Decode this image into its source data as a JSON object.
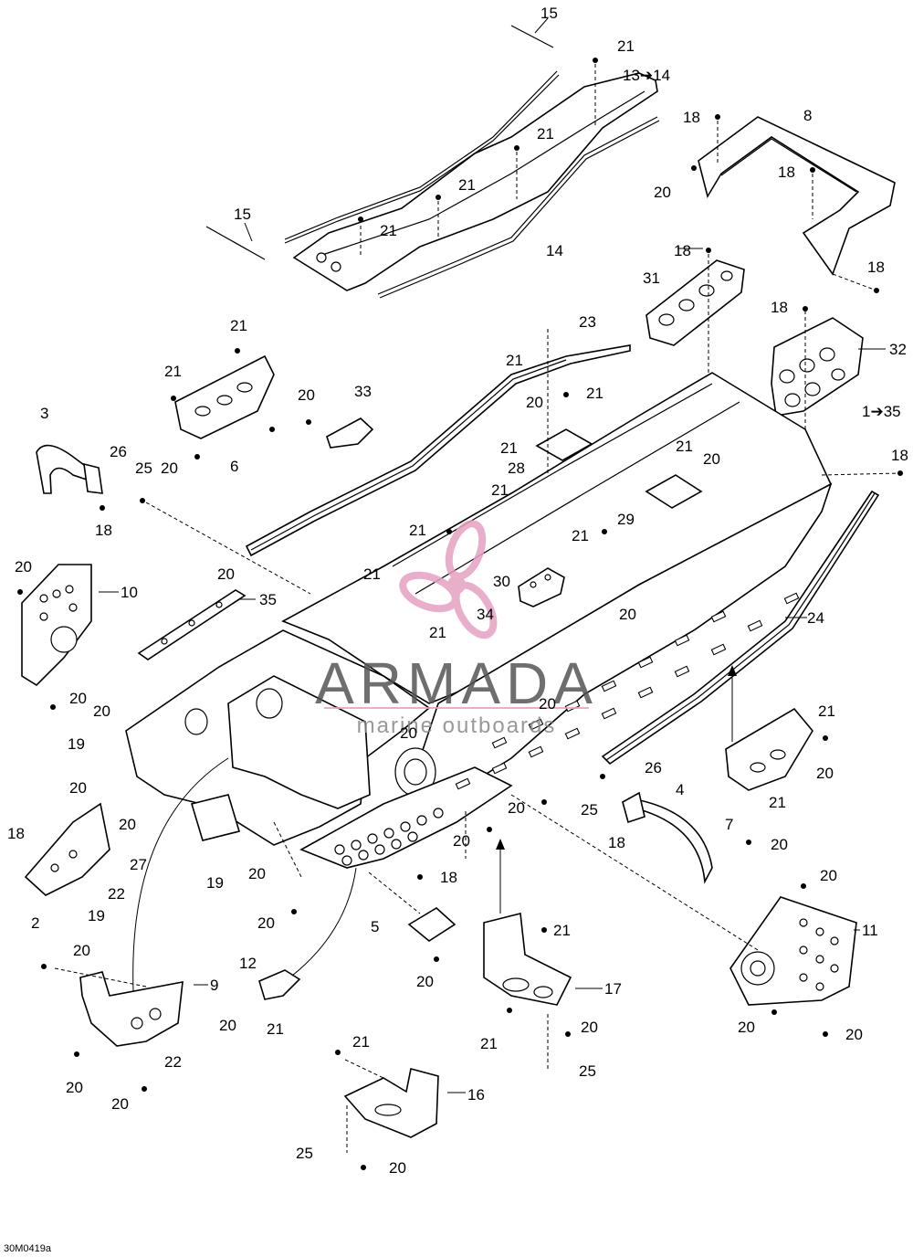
{
  "diagram_ref": "30M0419a",
  "watermark": {
    "title": "ARMADA",
    "subtitle": "marine outboards",
    "color": "#e6a0c0"
  },
  "callouts": {
    "c15a": "15",
    "c15b": "15",
    "c21_top": "21",
    "c13_14": "13➔14",
    "c21_b": "21",
    "c21_c": "21",
    "c21_d": "21",
    "c14": "14",
    "c18_a": "18",
    "c8": "8",
    "c20_a": "20",
    "c18_b": "18",
    "c18_c": "18",
    "c18_d": "18",
    "c31": "31",
    "c18_e": "18",
    "c32": "32",
    "c23": "23",
    "c21_e": "21",
    "c21_f": "21",
    "c20_b": "20",
    "c6": "6",
    "c20_c": "20",
    "c33": "33",
    "c21_g": "21",
    "c20_d": "20",
    "c1_35": "1➔35",
    "c18_f": "18",
    "c3": "3",
    "c26_a": "26",
    "c25_a": "25",
    "c18_g": "18",
    "c21_h": "21",
    "c28": "28",
    "c21_i": "21",
    "c21_j": "21",
    "c20_e": "20",
    "c21_k": "21",
    "c21_l": "21",
    "c29": "29",
    "c30": "30",
    "c34": "34",
    "c20_f": "20",
    "c10": "10",
    "c20_g": "20",
    "c35": "35",
    "c21_m": "21",
    "c21_n": "21",
    "c20_h": "20",
    "c24": "24",
    "c20_i": "20",
    "c20_j": "20",
    "c20_k": "20",
    "c19_a": "19",
    "c20_l": "20",
    "c21_o": "21",
    "c20_m": "20",
    "c26_b": "26",
    "c4": "4",
    "c25_b": "25",
    "c18_h": "18",
    "c7": "7",
    "c21_p": "21",
    "c20_n": "20",
    "c20_o": "20",
    "c20_p": "20",
    "c18_i": "18",
    "c27": "27",
    "c22_a": "22",
    "c2": "2",
    "c19_b": "19",
    "c19_c": "19",
    "c20_q": "20",
    "c18_j": "18",
    "c20_r": "20",
    "c5": "5",
    "c20_s": "20",
    "c20_t": "20",
    "c11": "11",
    "c20_u": "20",
    "c9": "9",
    "c12": "12",
    "c21_q": "21",
    "c20_v": "20",
    "c22_b": "22",
    "c17": "17",
    "c21_r": "21",
    "c20_w": "20",
    "c20_x": "20",
    "c20_y": "20",
    "c20_z": "20",
    "c25_c": "25",
    "c21_s": "21",
    "c16": "16",
    "c25_d": "25",
    "c20_aa": "20",
    "c21_t": "21"
  }
}
